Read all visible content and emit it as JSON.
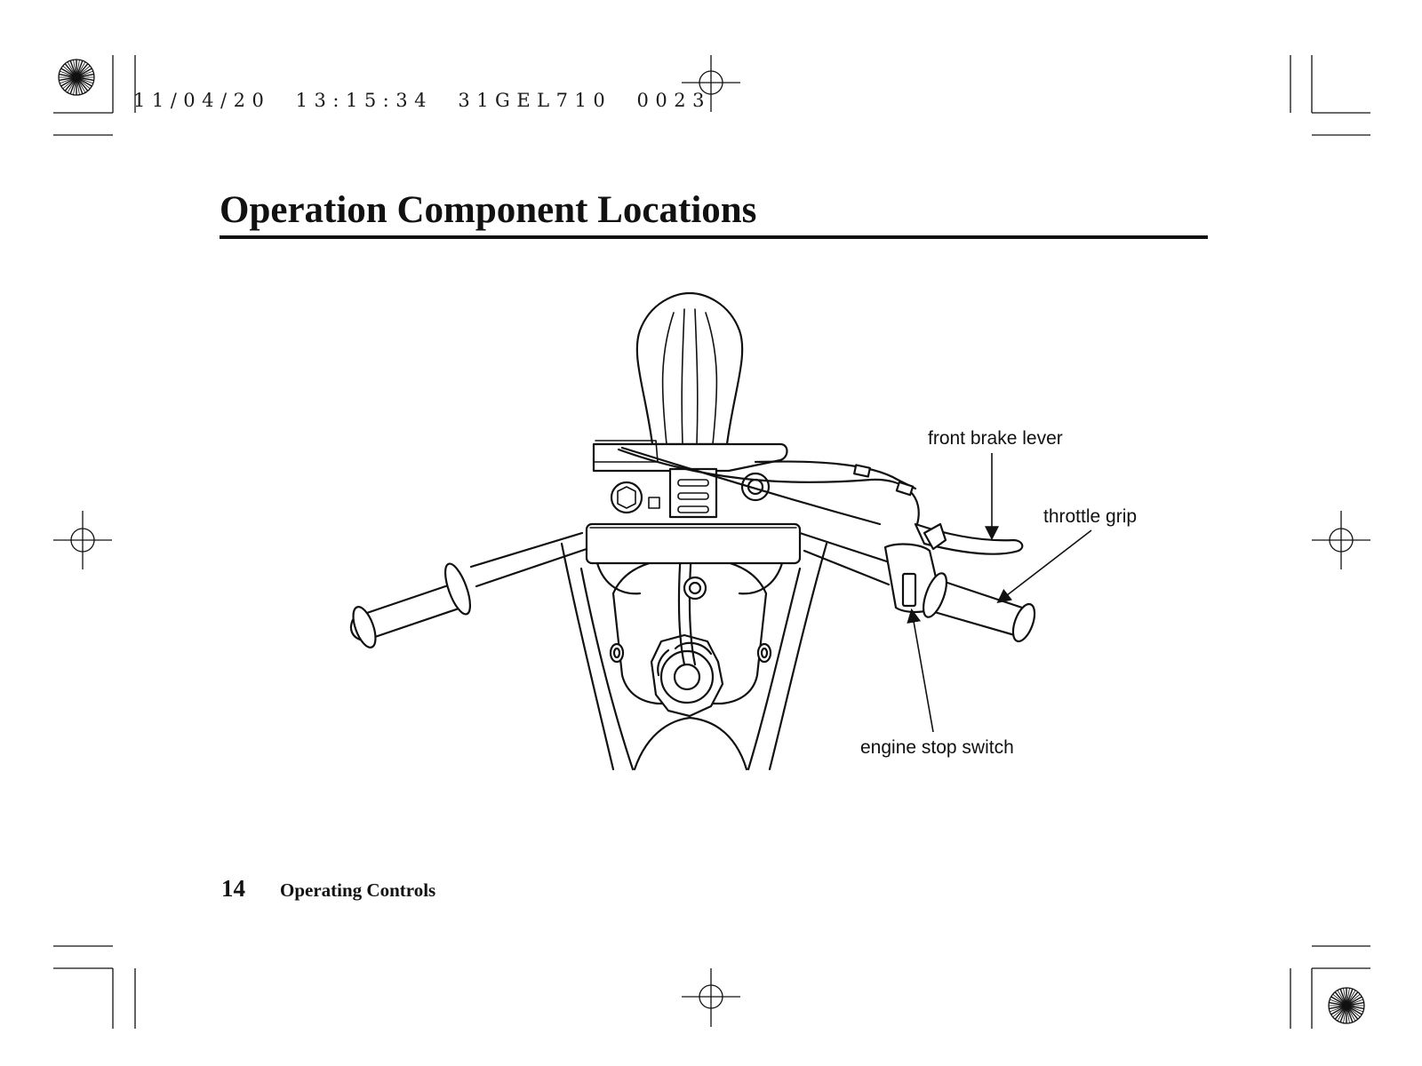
{
  "print_stamp": "11/04/20  13:15:34  31GEL710  0023",
  "title": "Operation Component Locations",
  "callouts": {
    "front_brake_lever": "front brake lever",
    "throttle_grip": "throttle grip",
    "engine_stop_switch": "engine stop switch"
  },
  "footer": {
    "page_number": "14",
    "section": "Operating Controls"
  },
  "colors": {
    "ink": "#111111",
    "paper": "#ffffff"
  }
}
